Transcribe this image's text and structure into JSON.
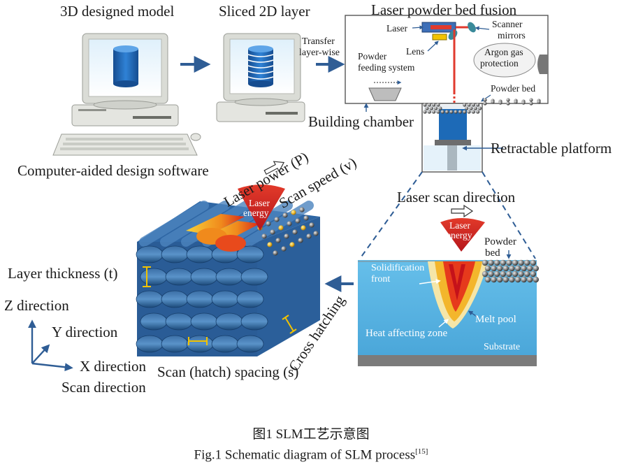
{
  "labels": {
    "model_3d": "3D designed model",
    "sliced_2d": "Sliced 2D layer",
    "lpbf": "Laser powder bed fusion",
    "transfer_1": "Transfer",
    "transfer_2": "layer-wise",
    "laser": "Laser",
    "scanner_1": "Scanner",
    "scanner_2": "mirrors",
    "lens": "Lens",
    "argon_1": "Argon gas",
    "argon_2": "protection",
    "powder_feed_1": "Powder",
    "powder_feed_2": "feeding system",
    "powder_bed_top": "Powder bed",
    "building_chamber": "Building chamber",
    "retractable": "Retractable platform",
    "cad_software": "Computer-aided design software",
    "laser_power": "Laser power (P)",
    "scan_speed": "Scan speed (v)",
    "laser_energy_1": "Laser",
    "laser_energy_2": "energy",
    "laser_scan_direction": "Laser scan direction",
    "layer_thickness": "Layer thickness (t)",
    "z_direction": "Z direction",
    "y_direction": "Y direction",
    "x_direction": "X direction",
    "scan_direction": "Scan direction",
    "scan_spacing": "Scan (hatch) spacing (s)",
    "cross_hatching": "Cross hatching",
    "solidification_1": "Solidification",
    "solidification_2": "front",
    "powder_bed_1": "Powder",
    "powder_bed_2": "bed",
    "melt_pool": "Melt pool",
    "heat_zone": "Heat affecting zone",
    "substrate": "Substrate"
  },
  "caption": {
    "cn": "图1 SLM工艺示意图",
    "en": "Fig.1  Schematic diagram of SLM process",
    "ref": "[15]"
  },
  "colors": {
    "arrow_blue": "#2f5d95",
    "computer_beige": "#e3e4df",
    "cylinder_blue": "#1f67b7",
    "layer_blue": "#2f6fae",
    "laser_red": "#dc2a25",
    "substrate_blue": "#5fb7e6",
    "melt_yellow": "#f3b62c"
  },
  "icons": [
    "computer-icon",
    "laser-cone-icon",
    "arrow-right-icon",
    "axes-icon"
  ]
}
